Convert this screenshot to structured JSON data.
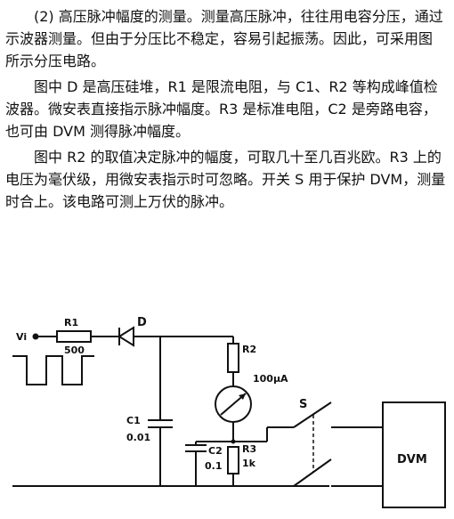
{
  "document": {
    "paragraphs": [
      "(2) 高压脉冲幅度的测量。测量高压脉冲，往往用电容分压，通过示波器测量。但由于分压比不稳定，容易引起振荡。因此，可采用图　　　所示分压电路。",
      "图中 D 是高压硅堆，R1 是限流电阻，与 C1、R2 等构成峰值检波器。微安表直接指示脉冲幅度。R3 是标准电阻，C2 是旁路电容，也可由 DVM 测得脉冲幅度。",
      "图中 R2 的取值决定脉冲的幅度，可取几十至几百兆欧。R3 上的电压为毫伏级，用微安表指示时可忽略。开关 S 用于保护 DVM，测量时合上。该电路可测上万伏的脉冲。"
    ]
  },
  "circuit": {
    "labels": {
      "vi": "Vi",
      "r1": "R1",
      "r1_value": "500",
      "d": "D",
      "r2": "R2",
      "meter": "100μA",
      "c1": "C1",
      "c1_value": "0.01",
      "c2": "C2",
      "c2_value": "0.1",
      "r3": "R3",
      "r3_value": "1k",
      "s": "S",
      "dvm": "DVM"
    }
  }
}
